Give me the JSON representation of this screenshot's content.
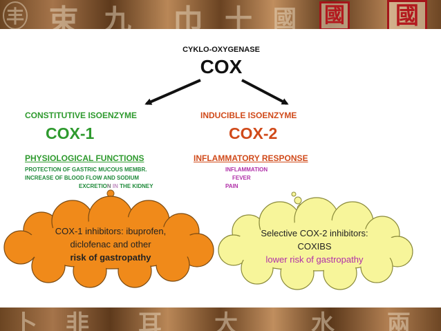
{
  "header": {
    "enzyme_label": "CYKLO-OXYGENASE",
    "enzyme_abbr": "COX"
  },
  "left": {
    "type_label": "CONSTITUTIVE ISOENZYME",
    "name": "COX-1",
    "role_heading": "PHYSIOLOGICAL FUNCTIONS",
    "functions": [
      "PROTECTION OF GASTRIC MUCOUS MEMBR.",
      "INCREASE OF BLOOD FLOW AND SODIUM"
    ],
    "excretion_a": "EXCRETIO",
    "excretion_n": "N",
    "excretion_in": "IN",
    "excretion_b": "THE KIDNEY"
  },
  "right": {
    "type_label": "INDUCIBLE ISOENZYME",
    "name": "COX-2",
    "role_heading": "INFLAMMATORY RESPONSE",
    "responses": [
      "INFLAMMATION",
      "FEVER",
      "PAIN"
    ]
  },
  "cloud_left": {
    "line1": "COX-1 inhibitors: ibuprofen,",
    "line2": "diclofenac and other",
    "line3": "risk of gastropathy"
  },
  "cloud_right": {
    "line1": "Selective COX-2 inhibitors:",
    "line2": "COXIBS",
    "line3": "lower risk of gastropathy"
  },
  "colors": {
    "green": "#2e9a2e",
    "dark_green": "#1f8a3a",
    "red": "#d04a1a",
    "purple": "#b02fa8",
    "orange_cloud": "#f08a1a",
    "yellow_cloud": "#f7f59a",
    "seal_red": "#b3191e"
  },
  "decor": {
    "glyphs_top": [
      "丰",
      "束",
      "九",
      "巾",
      "十",
      "國"
    ],
    "seals_top": [
      "國",
      "國"
    ],
    "glyphs_bottom": [
      "卜",
      "非",
      "耳",
      "大",
      "水",
      "兩"
    ]
  }
}
